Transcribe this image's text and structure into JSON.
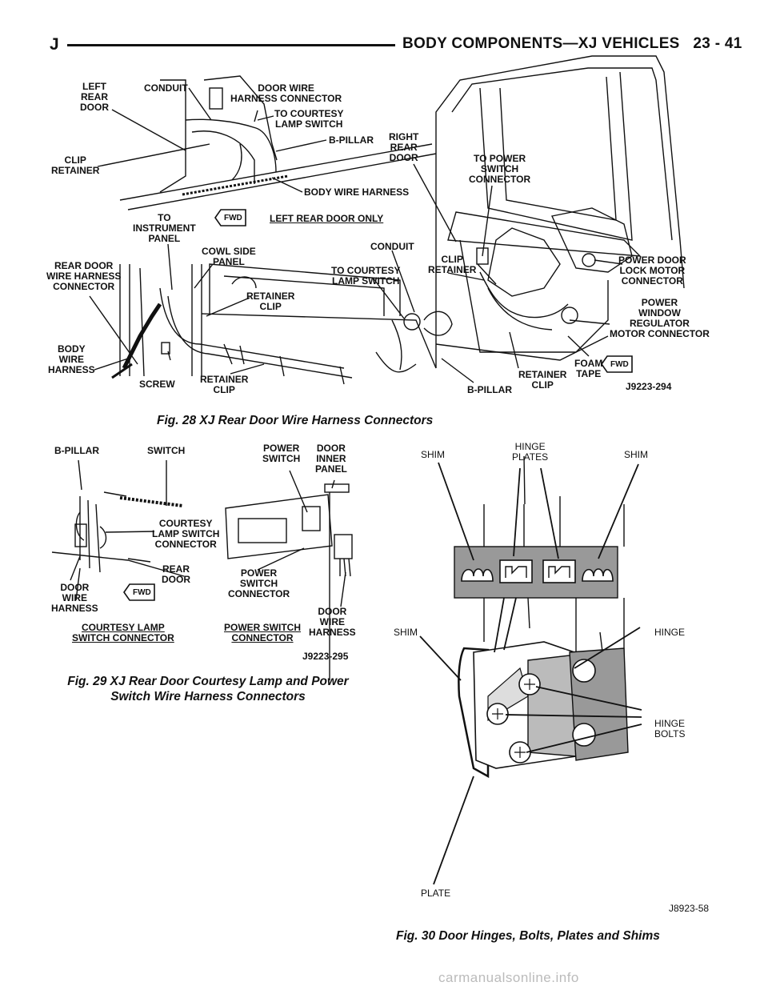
{
  "header": {
    "left": "J",
    "title": "BODY COMPONENTS—XJ VEHICLES",
    "page": "23 - 41"
  },
  "fig28": {
    "caption": "Fig. 28 XJ Rear Door Wire Harness Connectors",
    "code": "J9223-294",
    "labels": {
      "left_rear_door": "LEFT\nREAR\nDOOR",
      "conduit_top": "CONDUIT",
      "door_wire_harness_connector": "DOOR WIRE\nHARNESS CONNECTOR",
      "to_courtesy_lamp_switch_top": "TO COURTESY\nLAMP SWITCH",
      "b_pillar_top": "B-PILLAR",
      "clip_retainer_left": "CLIP\nRETAINER",
      "body_wire_harness_top": "BODY WIRE HARNESS",
      "right_rear_door": "RIGHT\nREAR\nDOOR",
      "to_power_switch_connector": "TO POWER\nSWITCH\nCONNECTOR",
      "to_instrument_panel": "TO\nINSTRUMENT\nPANEL",
      "fwd_1": "FWD",
      "left_rear_door_only": "LEFT REAR DOOR ONLY",
      "rear_door_wire_harness_connector": "REAR DOOR\nWIRE HARNESS\nCONNECTOR",
      "cowl_side_panel": "COWL SIDE\nPANEL",
      "conduit_mid": "CONDUIT",
      "clip_retainer_right": "CLIP\nRETAINER",
      "power_door_lock_motor_connector": "POWER DOOR\nLOCK MOTOR\nCONNECTOR",
      "to_courtesy_lamp_switch_mid": "TO COURTESY\nLAMP SWITCH",
      "retainer_clip_mid": "RETAINER\nCLIP",
      "power_window_regulator_motor_connector": "POWER\nWINDOW\nREGULATOR\nMOTOR CONNECTOR",
      "body_wire_harness_bottom": "BODY\nWIRE\nHARNESS",
      "screw": "SCREW",
      "retainer_clip_bottom": "RETAINER\nCLIP",
      "b_pillar_bottom": "B-PILLAR",
      "retainer_clip_right": "RETAINER\nCLIP",
      "foam_tape": "FOAM\nTAPE",
      "fwd_2": "FWD"
    }
  },
  "fig29": {
    "caption": "Fig. 29 XJ Rear Door Courtesy Lamp and Power\nSwitch Wire Harness Connectors",
    "code": "J9223-295",
    "labels": {
      "b_pillar": "B-PILLAR",
      "switch": "SWITCH",
      "power_switch": "POWER\nSWITCH",
      "door_inner_panel": "DOOR\nINNER\nPANEL",
      "courtesy_lamp_switch_connector": "COURTESY\nLAMP SWITCH\nCONNECTOR",
      "rear_door": "REAR\nDOOR",
      "door_wire_harness_left": "DOOR\nWIRE\nHARNESS",
      "fwd": "FWD",
      "power_switch_connector": "POWER\nSWITCH\nCONNECTOR",
      "door_wire_harness_right": "DOOR\nWIRE\nHARNESS",
      "courtesy_lamp_switch_connector_title": "COURTESY LAMP\nSWITCH CONNECTOR",
      "power_switch_connector_title": "POWER SWITCH\nCONNECTOR"
    }
  },
  "fig30": {
    "caption": "Fig. 30 Door Hinges, Bolts, Plates and Shims",
    "code": "J8923-58",
    "labels": {
      "shim_left": "SHIM",
      "hinge_plates": "HINGE\nPLATES",
      "shim_right": "SHIM",
      "shim_mid": "SHIM",
      "hinge": "HINGE",
      "hinge_bolts": "HINGE\nBOLTS",
      "plate": "PLATE"
    }
  },
  "watermark": "carmanualsonline.info"
}
